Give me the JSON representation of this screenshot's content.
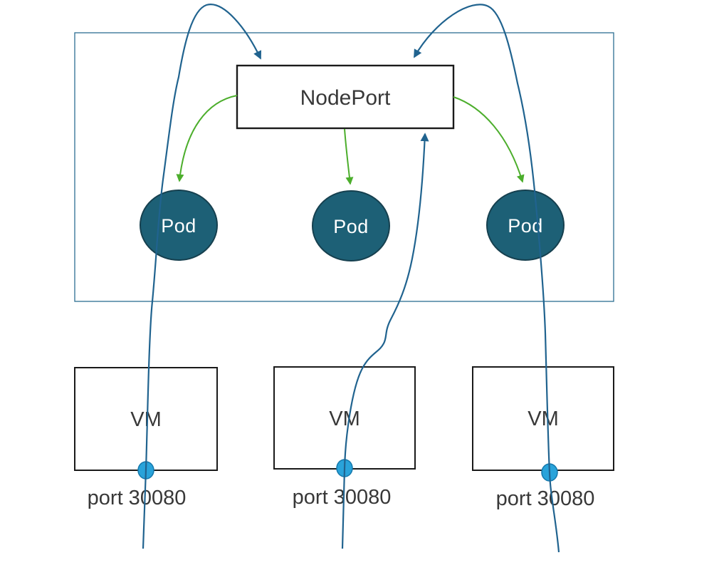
{
  "diagram_type": "kubernetes-nodeport-service",
  "nodeport": {
    "label": "NodePort"
  },
  "pods": [
    {
      "label": "Pod"
    },
    {
      "label": "Pod"
    },
    {
      "label": "Pod"
    }
  ],
  "vms": [
    {
      "label": "VM",
      "port_label": "port 30080"
    },
    {
      "label": "VM",
      "port_label": "port 30080"
    },
    {
      "label": "VM",
      "port_label": "port 30080"
    }
  ],
  "colors": {
    "flow_line_blue": "#20638f",
    "route_arrow_green": "#4cae2c",
    "pod_fill": "#1d6076",
    "pod_border": "#16404f",
    "port_dot_fill": "#29a3da",
    "port_dot_border": "#1579ad",
    "cluster_boundary": "#2c6e91",
    "box_border": "#1a1a1a",
    "label_text": "#383838",
    "pod_label_text": "#ffffff",
    "background": "#ffffff"
  }
}
